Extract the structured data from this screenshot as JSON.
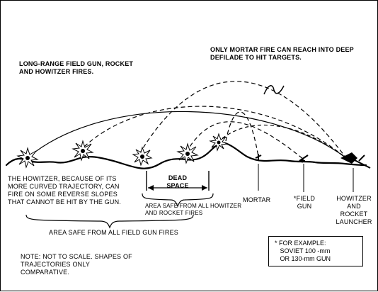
{
  "labels": {
    "long_range": "LONG-RANGE FIELD GUN, ROCKET\nAND HOWITZER FIRES.",
    "mortar_reach": "ONLY MORTAR FIRE CAN REACH INTO DEEP\nDEFILADE TO HIT TARGETS.",
    "howitzer_note": "THE HOWITZER, BECAUSE OF ITS\nMORE CURVED TRAJECTORY, CAN\nFIRE ON SOME REVERSE SLOPES\nTHAT CANNOT BE HIT BY THE GUN.",
    "dead_space": "DEAD\nSPACE",
    "area_safe_howitzer": "AREA SAFE FROM ALL HOWITZER\nAND ROCKET FIRES",
    "area_safe_field": "AREA SAFE FROM ALL FIELD GUN FIRES",
    "mortar": "MORTAR",
    "field_gun": "*FIELD\nGUN",
    "howitzer_launcher": "HOWITZER\nAND\nROCKET\nLAUNCHER",
    "note": "NOTE: NOT TO SCALE. SHAPES OF\nTRAJECTORIES ONLY\nCOMPARATIVE.",
    "example": "* FOR EXAMPLE:\n   SOVIET 100 -mm\n   OR 130-mm GUN"
  }
}
